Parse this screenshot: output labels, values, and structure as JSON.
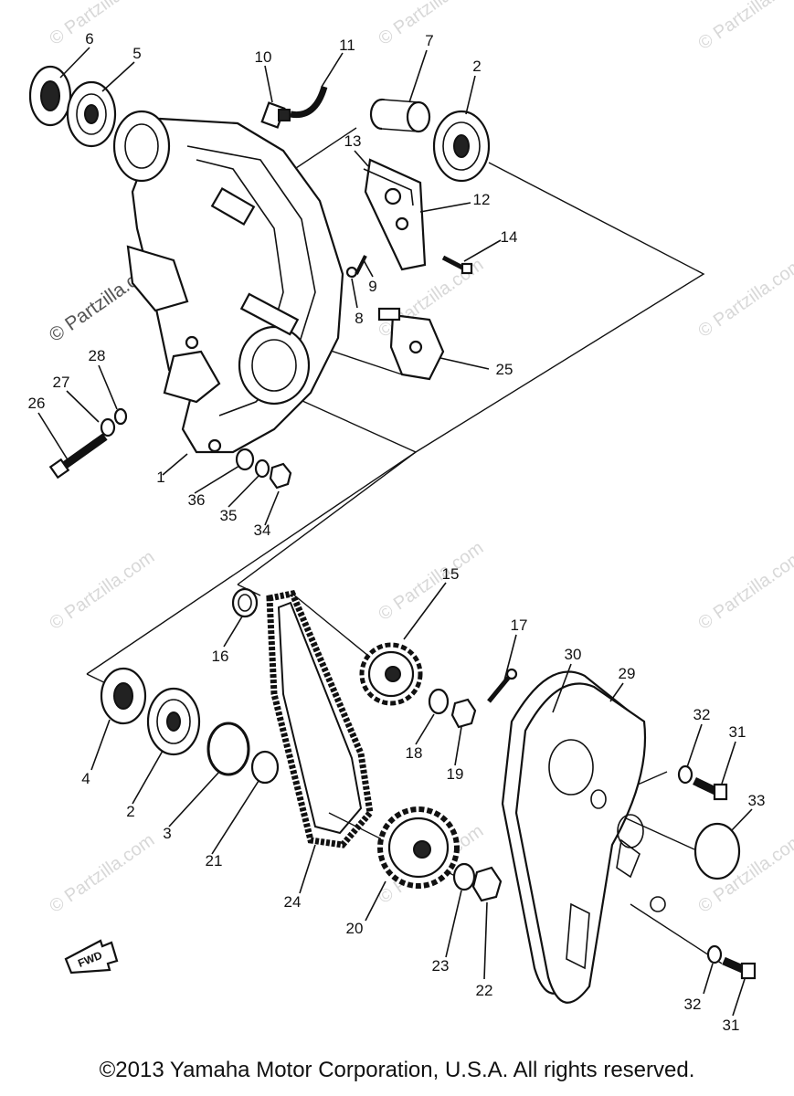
{
  "callouts": {
    "c1": "1",
    "c2a": "2",
    "c2b": "2",
    "c3": "3",
    "c4": "4",
    "c5": "5",
    "c6": "6",
    "c7": "7",
    "c8": "8",
    "c9": "9",
    "c10": "10",
    "c11": "11",
    "c12": "12",
    "c13": "13",
    "c14": "14",
    "c15": "15",
    "c16": "16",
    "c17": "17",
    "c18": "18",
    "c19": "19",
    "c20": "20",
    "c21": "21",
    "c22": "22",
    "c23": "23",
    "c24": "24",
    "c25": "25",
    "c26": "26",
    "c27": "27",
    "c28": "28",
    "c29": "29",
    "c30": "30",
    "c31a": "31",
    "c31b": "31",
    "c32a": "32",
    "c32b": "32",
    "c33": "33",
    "c34": "34",
    "c35": "35",
    "c36": "36"
  },
  "fwd_label": "FWD",
  "watermark": "© Partzilla.com",
  "copyright": "©2013 Yamaha Motor Corporation, U.S.A. All rights reserved."
}
